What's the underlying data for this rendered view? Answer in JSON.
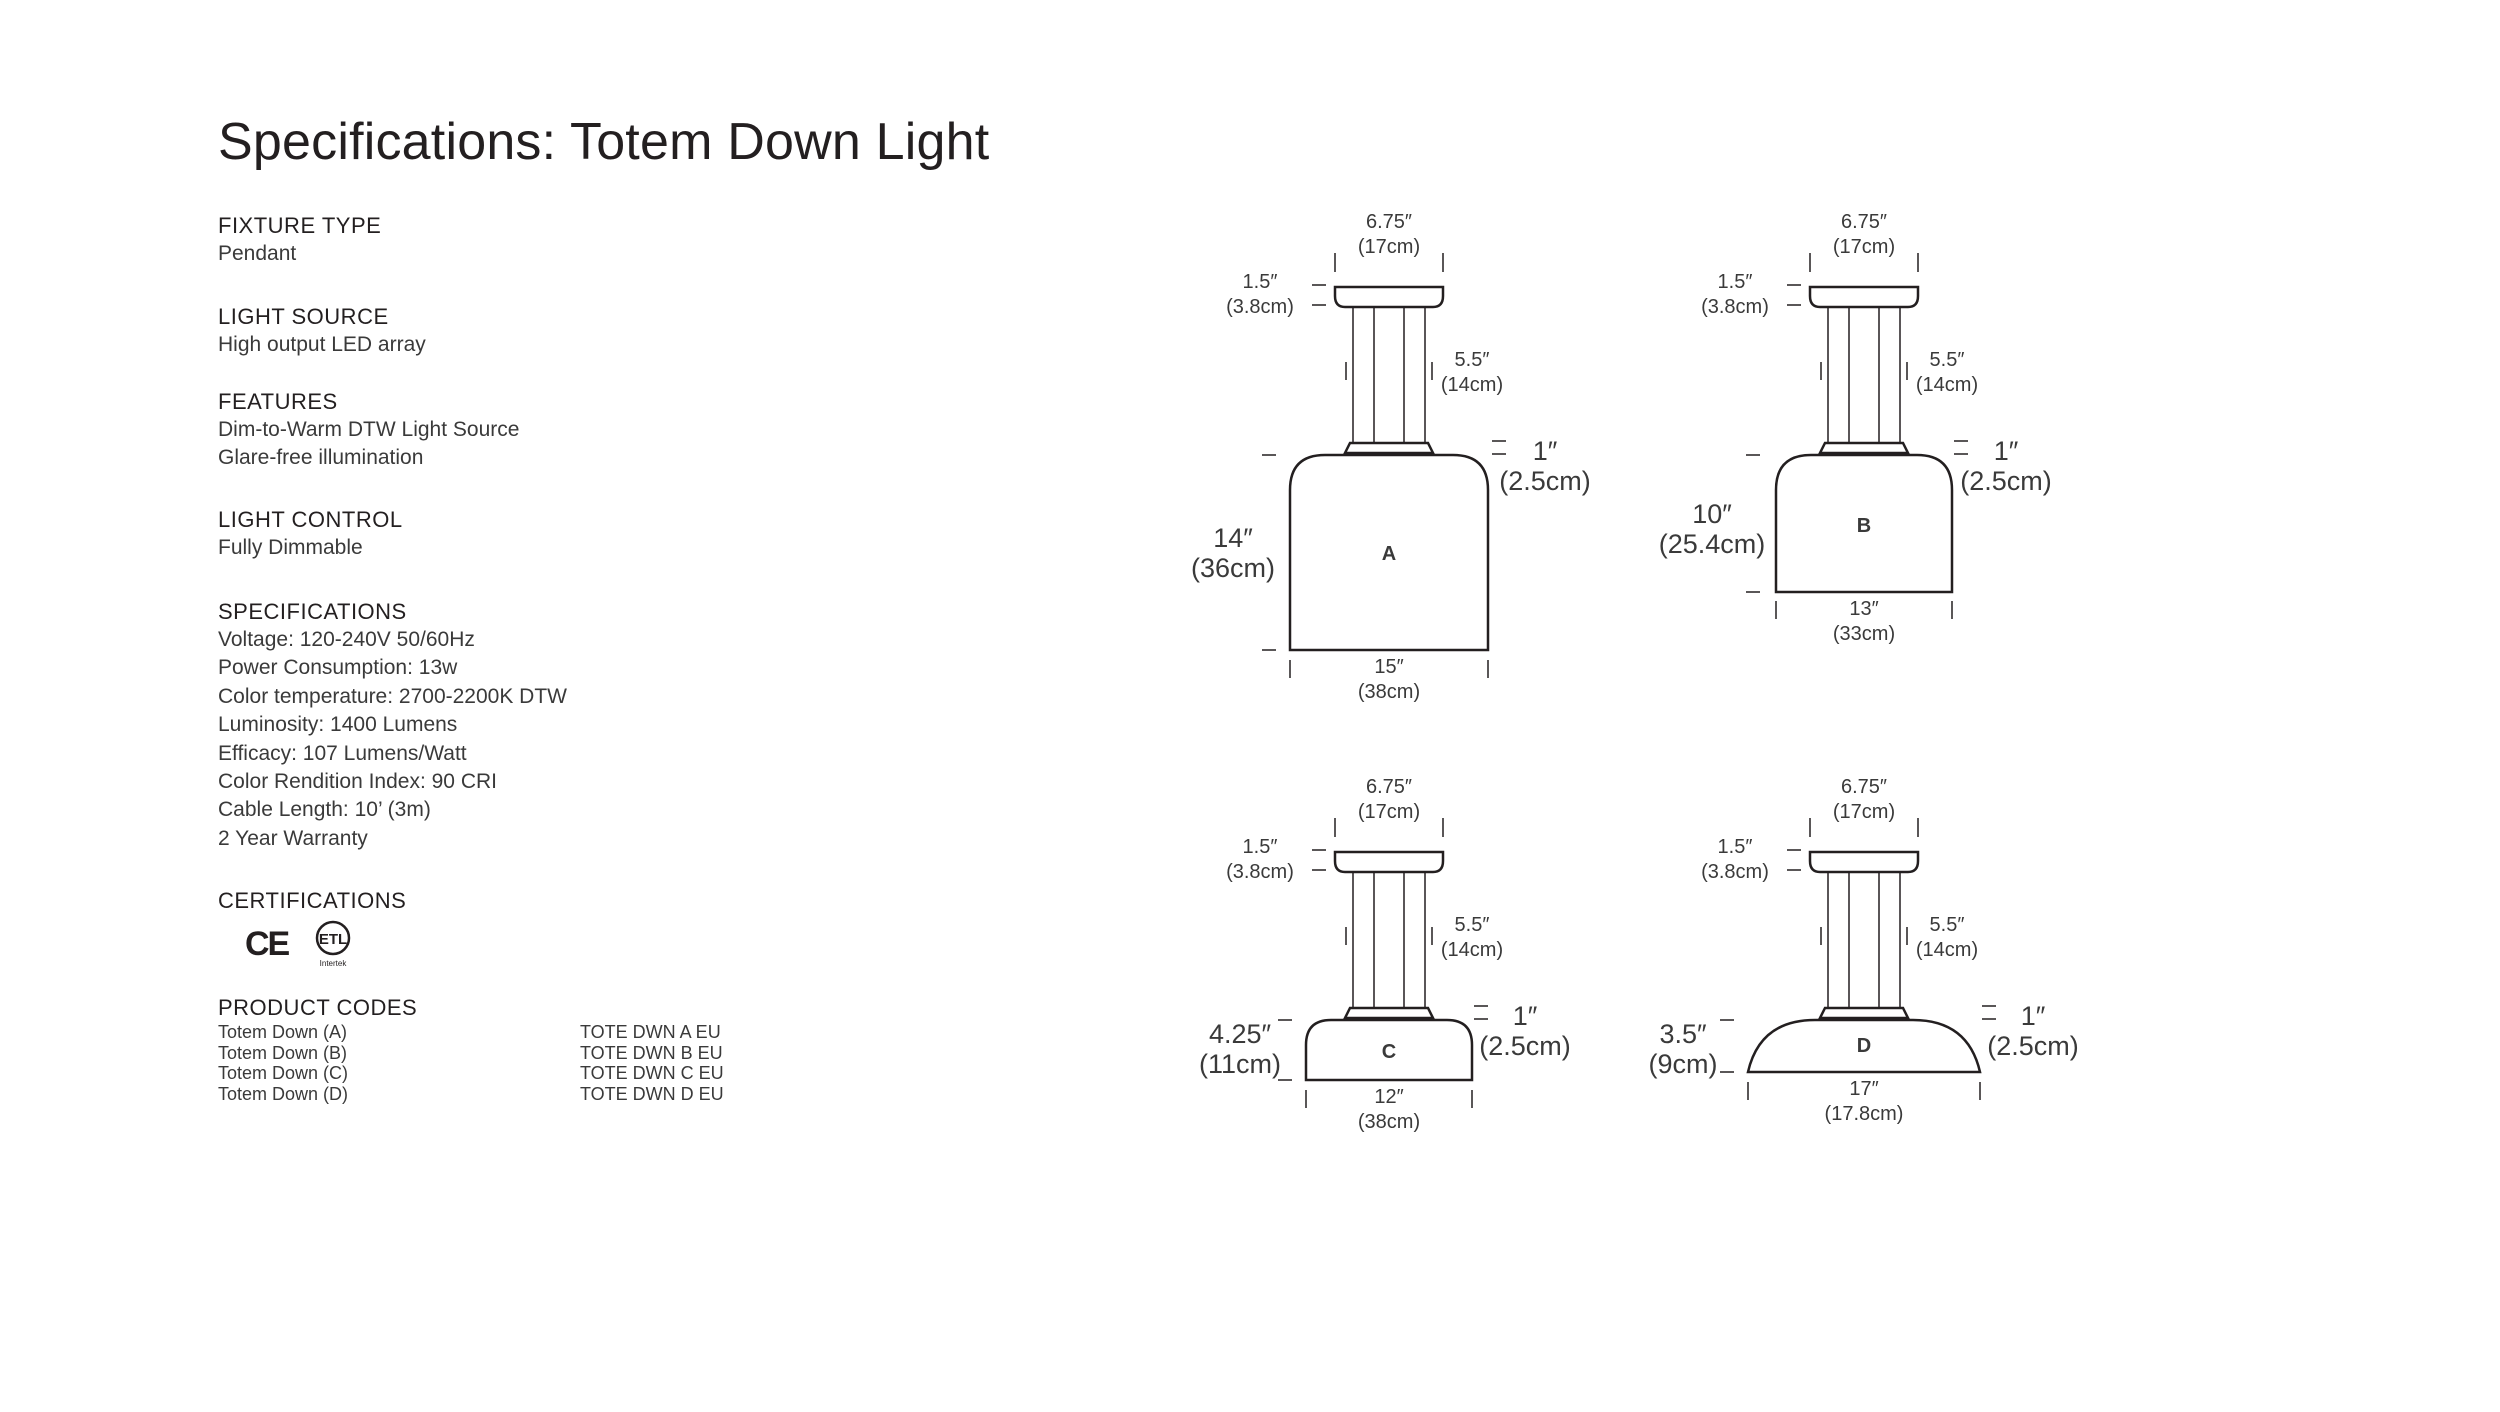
{
  "title": "Specifications: Totem Down Light",
  "sections": {
    "fixture_type": {
      "heading": "FIXTURE TYPE",
      "lines": [
        "Pendant"
      ]
    },
    "light_source": {
      "heading": "LIGHT SOURCE",
      "lines": [
        "High output LED array"
      ]
    },
    "features": {
      "heading": "FEATURES",
      "lines": [
        "Dim-to-Warm DTW Light Source",
        "Glare-free illumination"
      ]
    },
    "light_control": {
      "heading": "LIGHT CONTROL",
      "lines": [
        "Fully Dimmable"
      ]
    },
    "specifications": {
      "heading": "SPECIFICATIONS",
      "lines": [
        "Voltage: 120-240V 50/60Hz",
        "Power Consumption: 13w",
        "Color temperature: 2700-2200K DTW",
        "Luminosity: 1400 Lumens",
        "Efficacy: 107 Lumens/Watt",
        "Color Rendition Index: 90 CRI",
        "Cable Length: 10’ (3m)",
        "2 Year Warranty"
      ]
    },
    "certifications": {
      "heading": "CERTIFICATIONS",
      "ce_mark": "CE",
      "etl_mark": "ETL",
      "etl_sub": "Intertek"
    },
    "product_codes": {
      "heading": "PRODUCT CODES",
      "rows": [
        {
          "name": "Totem Down (A)",
          "code": "TOTE DWN A EU"
        },
        {
          "name": "Totem Down (B)",
          "code": "TOTE DWN B EU"
        },
        {
          "name": "Totem Down (C)",
          "code": "TOTE DWN C EU"
        },
        {
          "name": "Totem Down (D)",
          "code": "TOTE DWN D EU"
        }
      ]
    }
  },
  "drawings": {
    "A": {
      "label": "A",
      "canopy_width": [
        "6.75″",
        "(17cm)"
      ],
      "canopy_height": [
        "1.5″",
        "(3.8cm)"
      ],
      "stem_height": [
        "5.5″",
        "(14cm)"
      ],
      "collar_height": [
        "1″",
        "(2.5cm)"
      ],
      "shade_height": [
        "14″",
        "(36cm)"
      ],
      "shade_width": [
        "15″",
        "(38cm)"
      ]
    },
    "B": {
      "label": "B",
      "canopy_width": [
        "6.75″",
        "(17cm)"
      ],
      "canopy_height": [
        "1.5″",
        "(3.8cm)"
      ],
      "stem_height": [
        "5.5″",
        "(14cm)"
      ],
      "collar_height": [
        "1″",
        "(2.5cm)"
      ],
      "shade_height": [
        "10″",
        "(25.4cm)"
      ],
      "shade_width": [
        "13″",
        "(33cm)"
      ]
    },
    "C": {
      "label": "C",
      "canopy_width": [
        "6.75″",
        "(17cm)"
      ],
      "canopy_height": [
        "1.5″",
        "(3.8cm)"
      ],
      "stem_height": [
        "5.5″",
        "(14cm)"
      ],
      "collar_height": [
        "1″",
        "(2.5cm)"
      ],
      "shade_height": [
        "4.25″",
        "(11cm)"
      ],
      "shade_width": [
        "12″",
        "(38cm)"
      ]
    },
    "D": {
      "label": "D",
      "canopy_width": [
        "6.75″",
        "(17cm)"
      ],
      "canopy_height": [
        "1.5″",
        "(3.8cm)"
      ],
      "stem_height": [
        "5.5″",
        "(14cm)"
      ],
      "collar_height": [
        "1″",
        "(2.5cm)"
      ],
      "shade_height": [
        "3.5″",
        "(9cm)"
      ],
      "shade_width": [
        "17″",
        "(17.8cm)"
      ]
    }
  }
}
